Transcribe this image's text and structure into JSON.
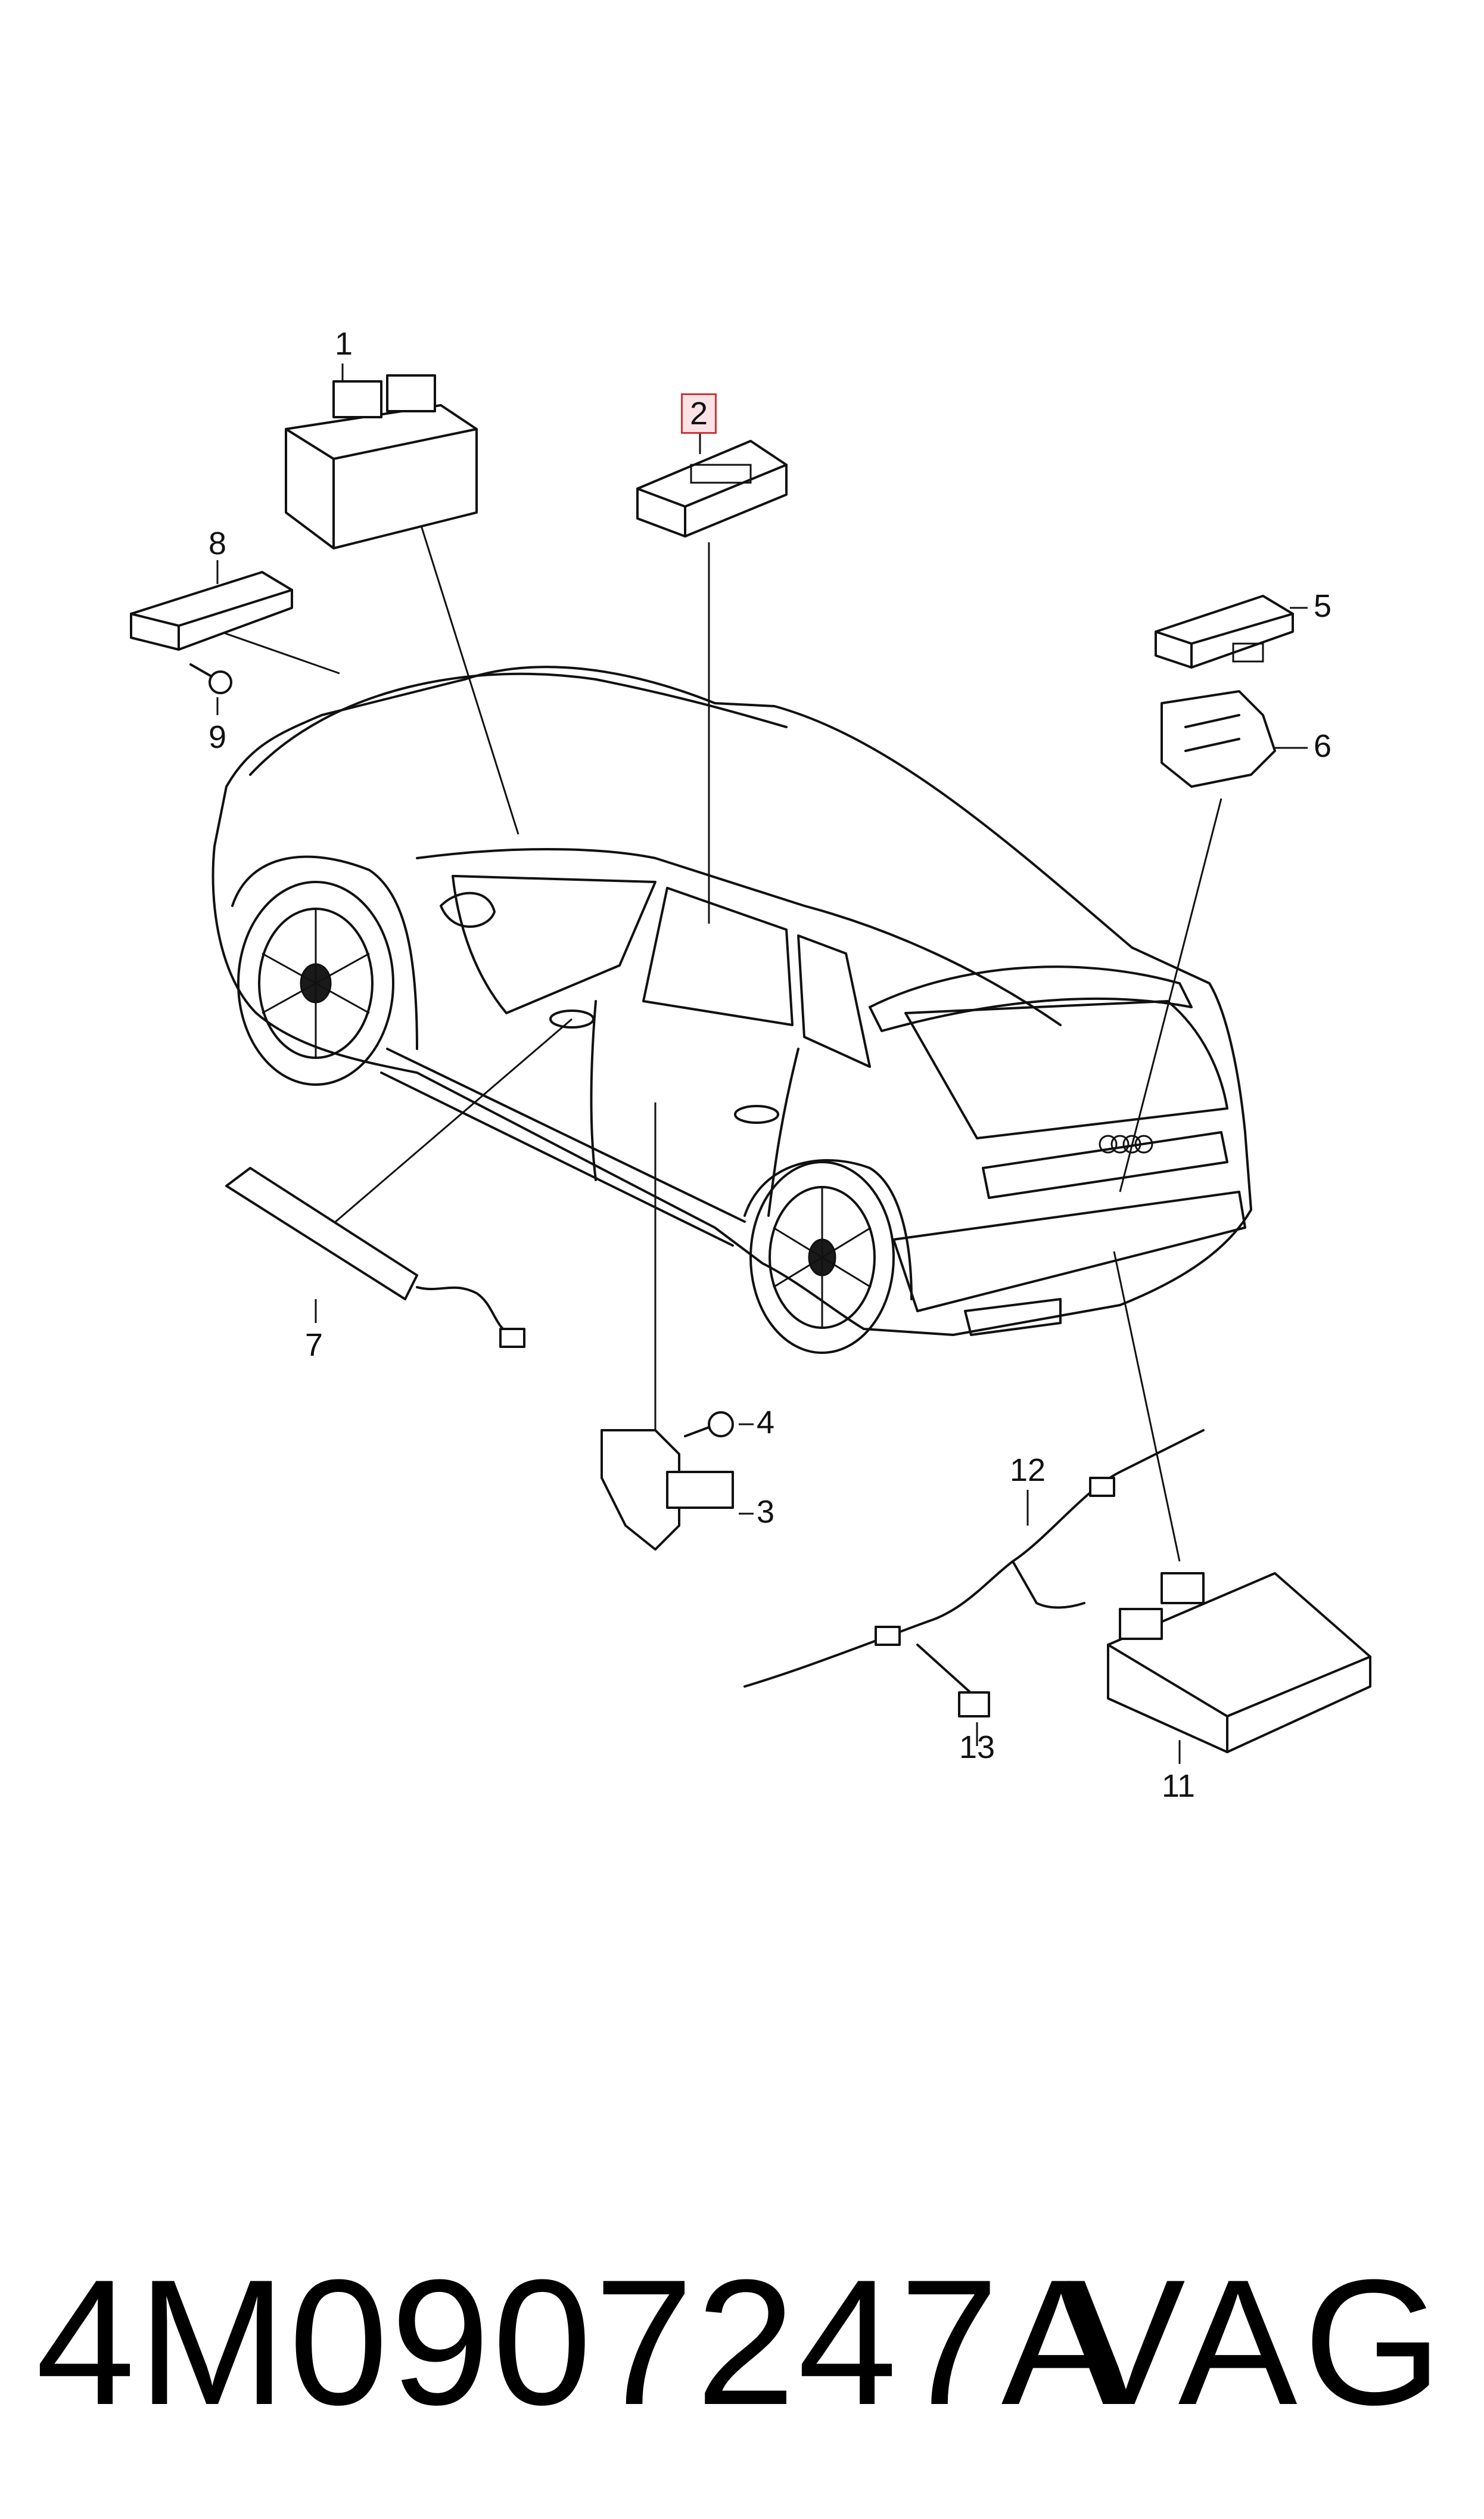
{
  "diagram": {
    "callouts": [
      {
        "id": "1",
        "label": "1",
        "highlighted": false
      },
      {
        "id": "2",
        "label": "2",
        "highlighted": true
      },
      {
        "id": "3",
        "label": "3",
        "highlighted": false
      },
      {
        "id": "4",
        "label": "4",
        "highlighted": false
      },
      {
        "id": "5",
        "label": "5",
        "highlighted": false
      },
      {
        "id": "6",
        "label": "6",
        "highlighted": false
      },
      {
        "id": "7",
        "label": "7",
        "highlighted": false
      },
      {
        "id": "8",
        "label": "8",
        "highlighted": false
      },
      {
        "id": "9",
        "label": "9",
        "highlighted": false
      },
      {
        "id": "11",
        "label": "11",
        "highlighted": false
      },
      {
        "id": "12",
        "label": "12",
        "highlighted": false
      },
      {
        "id": "13",
        "label": "13",
        "highlighted": false
      }
    ],
    "highlight_color": "#d3323c"
  },
  "footer": {
    "part_number": "4M0907247A",
    "brand": "VAG"
  }
}
